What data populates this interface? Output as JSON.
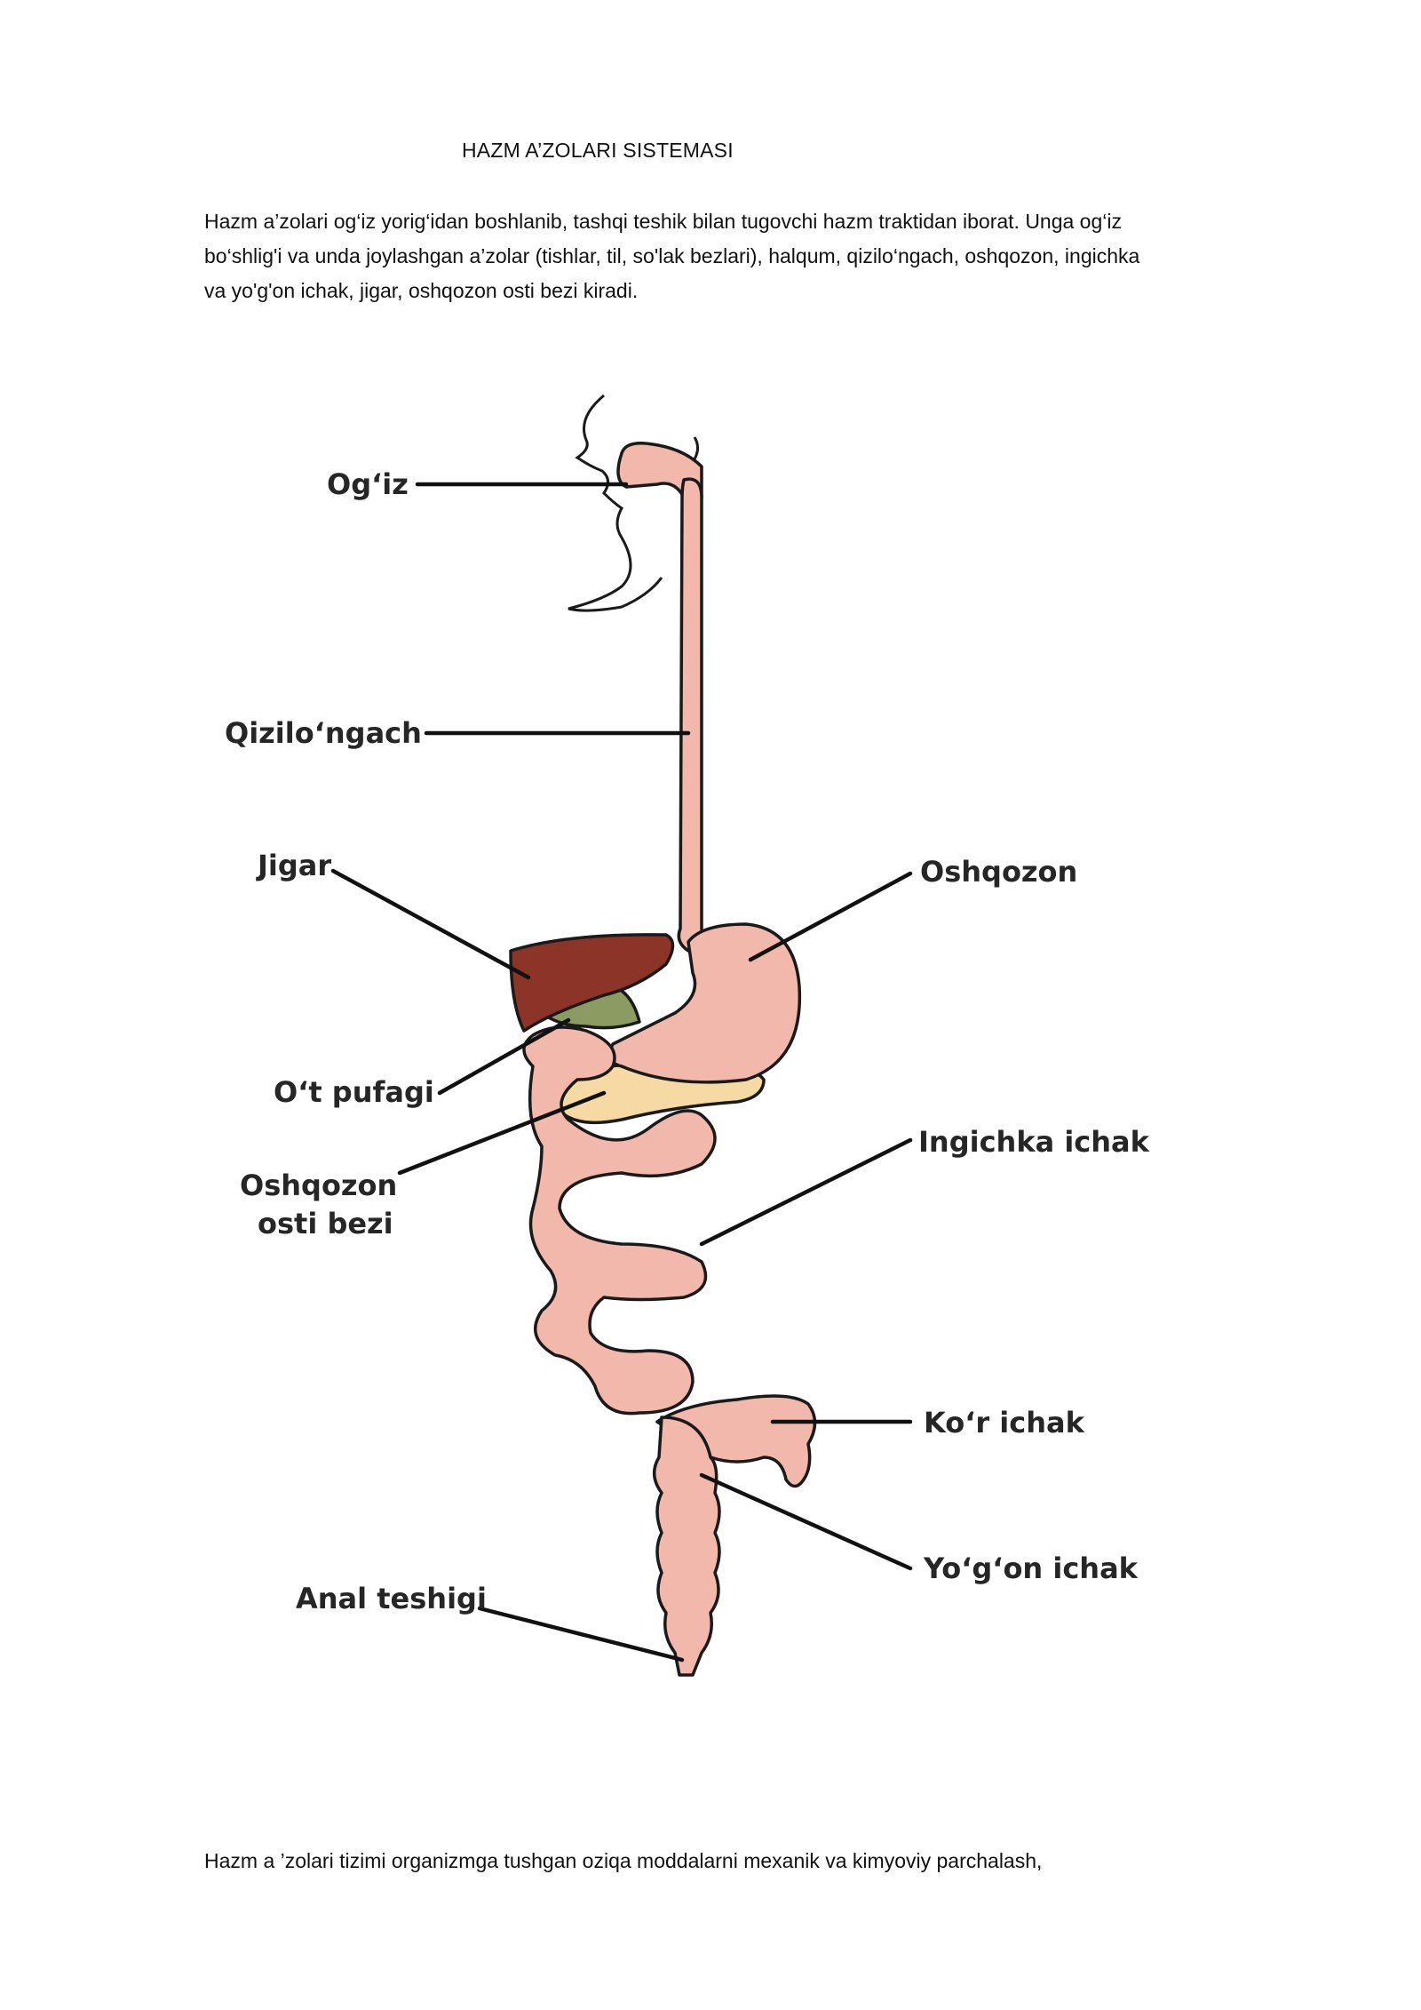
{
  "document": {
    "title": "HAZM A’ZOLARI SISTEMASI",
    "intro_lines": [
      "Hazm a’zolari og‘iz yorig‘idan boshlanib, tashqi teshik bilan  tugovchi hazm traktidan iborat. Unga og‘iz",
      "bo‘shlig'i va unda joylashgan a’zolar (tishlar, til, so'lak bezlari), halqum, qizilo‘ngach,  oshqozon, ingichka",
      "va yo'g'on ichak, jigar, oshqozon osti bezi kiradi."
    ],
    "footer": "Hazm a ’zolari tizimi organizmga tushgan oziqa  moddalarni mexanik va kimyoviy parchalash,"
  },
  "diagram": {
    "labels": {
      "mouth": "Og‘iz",
      "esophagus": "Qizilo‘ngach",
      "liver": "Jigar",
      "stomach": "Oshqozon",
      "gallbladder": "O‘t pufagi",
      "pancreas_line1": "Oshqozon",
      "pancreas_line2": "osti bezi",
      "small_intestine": "Ingichka ichak",
      "cecum": "Ko‘r ichak",
      "colon": "Yo‘g‘on ichak",
      "anus": "Anal teshigi"
    },
    "colors": {
      "tract": "#f2b8ab",
      "outline": "#1a1a1a",
      "liver": "#8b3427",
      "gallbladder": "#8c9b62",
      "pancreas": "#f7d9a3"
    }
  }
}
